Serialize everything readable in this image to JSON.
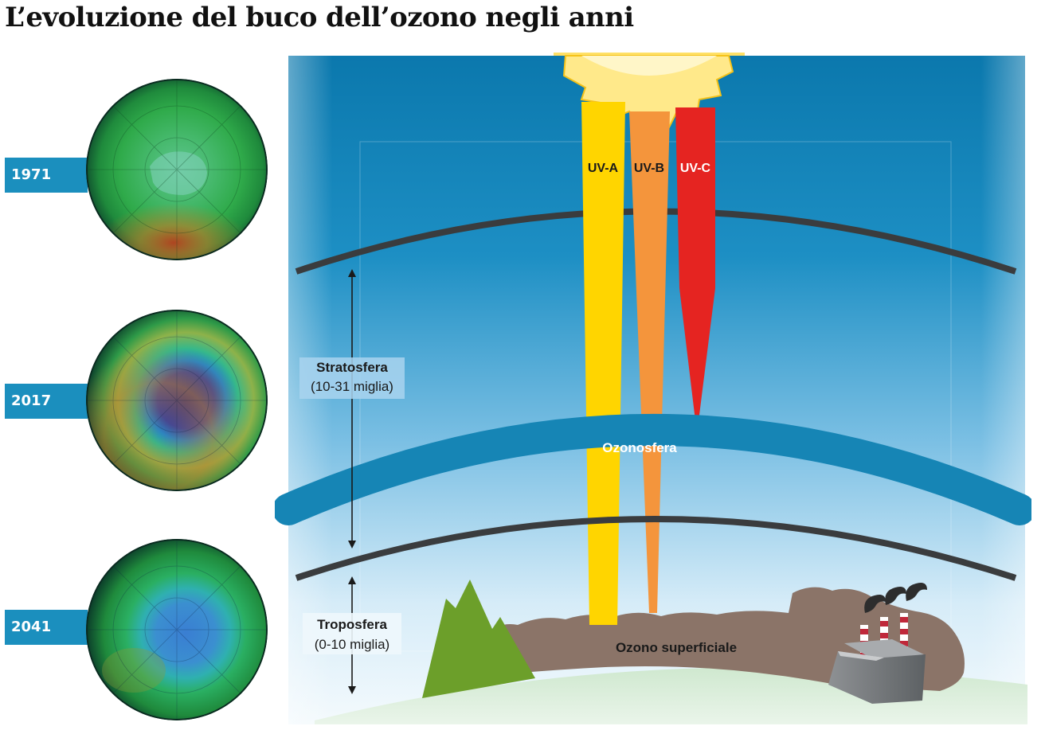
{
  "title": "L’evoluzione del buco dell’ozono negli anni",
  "years": [
    "1971",
    "2017",
    "2041"
  ],
  "uv_labels": [
    "UV-A",
    "UV-B",
    "UV-C"
  ],
  "layers": {
    "stratosphere": {
      "name": "Stratosfera",
      "range": "(10-31 miglia)"
    },
    "ozonosphere": "Ozonosfera",
    "troposphere": {
      "name": "Troposfera",
      "range": "(0-10 miglia)"
    },
    "surface_ozone": "Ozono superficiale"
  },
  "icons": [
    "sun-icon",
    "mountain-icon",
    "factory-icon",
    "smoke-icon"
  ],
  "colors": {
    "uv_a": "#ffd500",
    "uv_b": "#f4953c",
    "uv_c": "#e52421",
    "ozone_band": "#1685b5",
    "tab_blue": "#1b8fbe",
    "mountain": "#6c9f2a",
    "smog": "#8b7468"
  }
}
